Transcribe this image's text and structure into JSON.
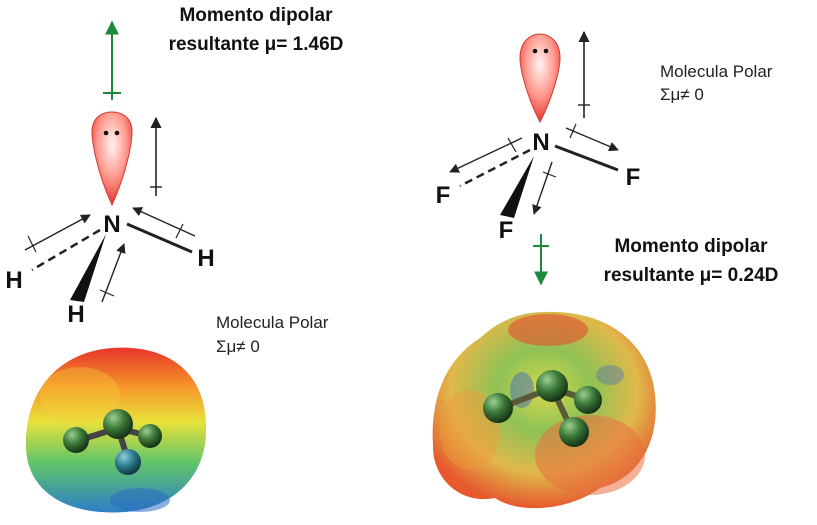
{
  "nh3": {
    "resultant_title": "Momento dipolar",
    "resultant_value": "resultante μ= 1.46D",
    "polarity_label": "Molecula Polar",
    "sum_label": "Σμ≠ 0",
    "center_atom": "N",
    "ligands": [
      "H",
      "H",
      "H"
    ]
  },
  "nf3": {
    "resultant_title": "Momento dipolar",
    "resultant_value": "resultante  μ= 0.24D",
    "polarity_label": "Molecula Polar",
    "sum_label": "Σμ≠ 0",
    "center_atom": "N",
    "ligands": [
      "F",
      "F",
      "F"
    ]
  },
  "colors": {
    "resultant_arrow": "#1b8a3a",
    "lone_pair_red": "#e8463c",
    "bond_dipole_arrow": "#222222"
  },
  "icons": [
    "lone-pair-lobe-icon",
    "dipole-arrow-icon",
    "electrostatic-potential-map-icon"
  ]
}
